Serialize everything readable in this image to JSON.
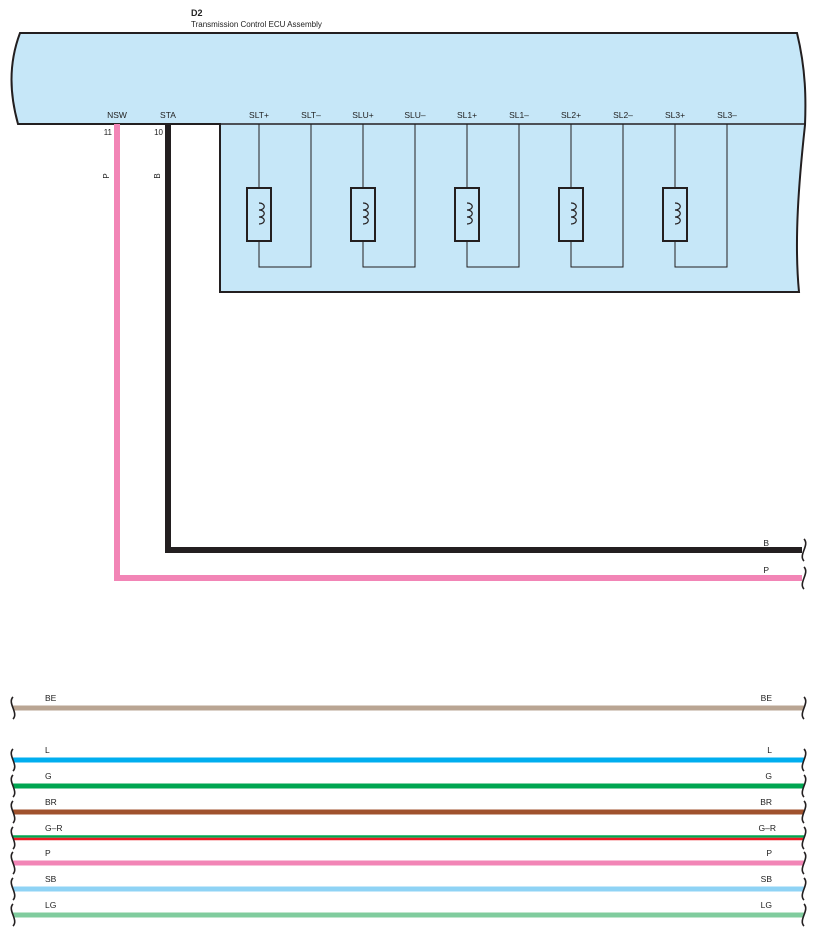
{
  "ecu": {
    "id": "D2",
    "title": "Transmission Control ECU Assembly"
  },
  "pins": {
    "nsw": {
      "name": "NSW",
      "number": "11",
      "wire_code": "P"
    },
    "sta": {
      "name": "STA",
      "number": "10",
      "wire_code": "B"
    }
  },
  "solenoids": [
    {
      "plus": "SLT+",
      "minus": "SLT–"
    },
    {
      "plus": "SLU+",
      "minus": "SLU–"
    },
    {
      "plus": "SL1+",
      "minus": "SL1–"
    },
    {
      "plus": "SL2+",
      "minus": "SL2–"
    },
    {
      "plus": "SL3+",
      "minus": "SL3–"
    }
  ],
  "ecu_wires": [
    {
      "label": "B",
      "color": "#231f20"
    },
    {
      "label": "P",
      "color": "#f285b6"
    }
  ],
  "harness": [
    {
      "label": "BE",
      "colors": [
        "#b9a593"
      ]
    },
    {
      "label": "L",
      "colors": [
        "#00aeef"
      ]
    },
    {
      "label": "G",
      "colors": [
        "#00a651"
      ]
    },
    {
      "label": "BR",
      "colors": [
        "#a0522d"
      ]
    },
    {
      "label": "G–R",
      "colors": [
        "#00a651",
        "#ed1c24"
      ]
    },
    {
      "label": "P",
      "colors": [
        "#f285b6"
      ]
    },
    {
      "label": "SB",
      "colors": [
        "#8fd3f5"
      ]
    },
    {
      "label": "LG",
      "colors": [
        "#80cc9e"
      ]
    }
  ],
  "colors": {
    "ecu_fill": "#c6e7f8",
    "ecu_outline": "#231f20"
  }
}
